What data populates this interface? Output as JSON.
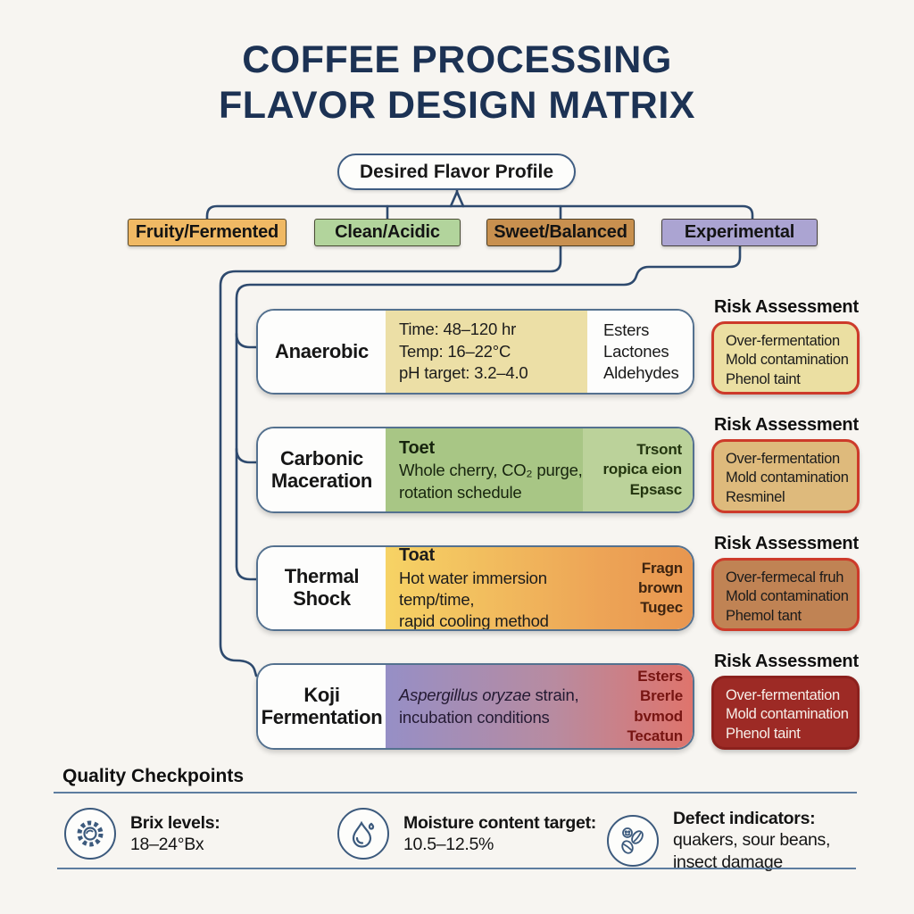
{
  "title": {
    "line1": "COFFEE PROCESSING",
    "line2": "FLAVOR DESIGN MATRIX"
  },
  "flow_root": {
    "label": "Desired Flavor Profile"
  },
  "categories": [
    {
      "label": "Fruity/Fermented",
      "bg": "#f0b964"
    },
    {
      "label": "Clean/Acidic",
      "bg": "#b2d49c"
    },
    {
      "label": "Sweet/Balanced",
      "bg": "#c8904f"
    },
    {
      "label": "Experimental",
      "bg": "#aba4d2"
    }
  ],
  "processes": [
    {
      "name": "Anaerobic",
      "params": [
        "Time: 48–120 hr",
        "Temp: 16–22°C",
        "pH target: 3.2–4.0"
      ],
      "outcomes": [
        "Esters",
        "Lactones",
        "Aldehydes"
      ],
      "risk_title": "Risk Assessment",
      "risk_items": [
        "Over-fermentation",
        "Mold contamination",
        "Phenol taint"
      ]
    },
    {
      "name": "Carbonic Maceration",
      "params_title": "Toet",
      "params": [
        "Whole cherry, CO₂ purge,",
        "rotation schedule"
      ],
      "outcomes": [
        "Trsont",
        "ropica eion",
        "Epsasc"
      ],
      "risk_title": "Risk Assessment",
      "risk_items": [
        "Over-fermentation",
        "Mold contamination",
        "Resminel"
      ]
    },
    {
      "name": "Thermal Shock",
      "params_title": "Toat",
      "params": [
        "Hot water immersion temp/time,",
        "rapid cooling method"
      ],
      "outcomes": [
        "Fragn",
        "brown",
        "Tugec"
      ],
      "risk_title": "Risk Assessment",
      "risk_items": [
        "Over-fermecal fruh",
        "Mold contamination",
        "Phemol tant"
      ]
    },
    {
      "name": "Koji Fermentation",
      "params_species": "Aspergillus oryzae",
      "params_species_suffix": " strain,",
      "params": [
        "incubation conditions"
      ],
      "outcomes": [
        "Esters",
        "Brerle bvmod",
        "Tecatun"
      ],
      "risk_title": "Risk Assessment",
      "risk_items": [
        "Over-fermentation",
        "Mold contamination",
        "Phenol taint"
      ]
    }
  ],
  "quality": {
    "heading": "Quality Checkpoints",
    "items": [
      {
        "icon": "gear-icon",
        "label": "Brix levels:",
        "value": "18–24°Bx"
      },
      {
        "icon": "droplet-icon",
        "label": "Moisture content target:",
        "value": "10.5–12.5%"
      },
      {
        "icon": "beans-icon",
        "label": "Defect indicators:",
        "value": "quakers, sour beans,",
        "value2": "insect damage"
      }
    ]
  },
  "palette": {
    "background": "#f7f5f1",
    "title_color": "#1c3254",
    "connector_color": "#2e4a6e",
    "risk_border": "#cd3a2a",
    "risk_bgs": [
      "#ebdfa2",
      "#deba7c",
      "#c08354",
      "#9d2a25"
    ],
    "row1_params_bg": "#ecdfa6",
    "row2_params_bg": "#a8c685",
    "row2_outcome_bg": "#bbd29a",
    "row3_gradient": [
      "#f6d365",
      "#e8964f"
    ],
    "row4_gradient": [
      "#968fc6",
      "#df746c"
    ]
  }
}
